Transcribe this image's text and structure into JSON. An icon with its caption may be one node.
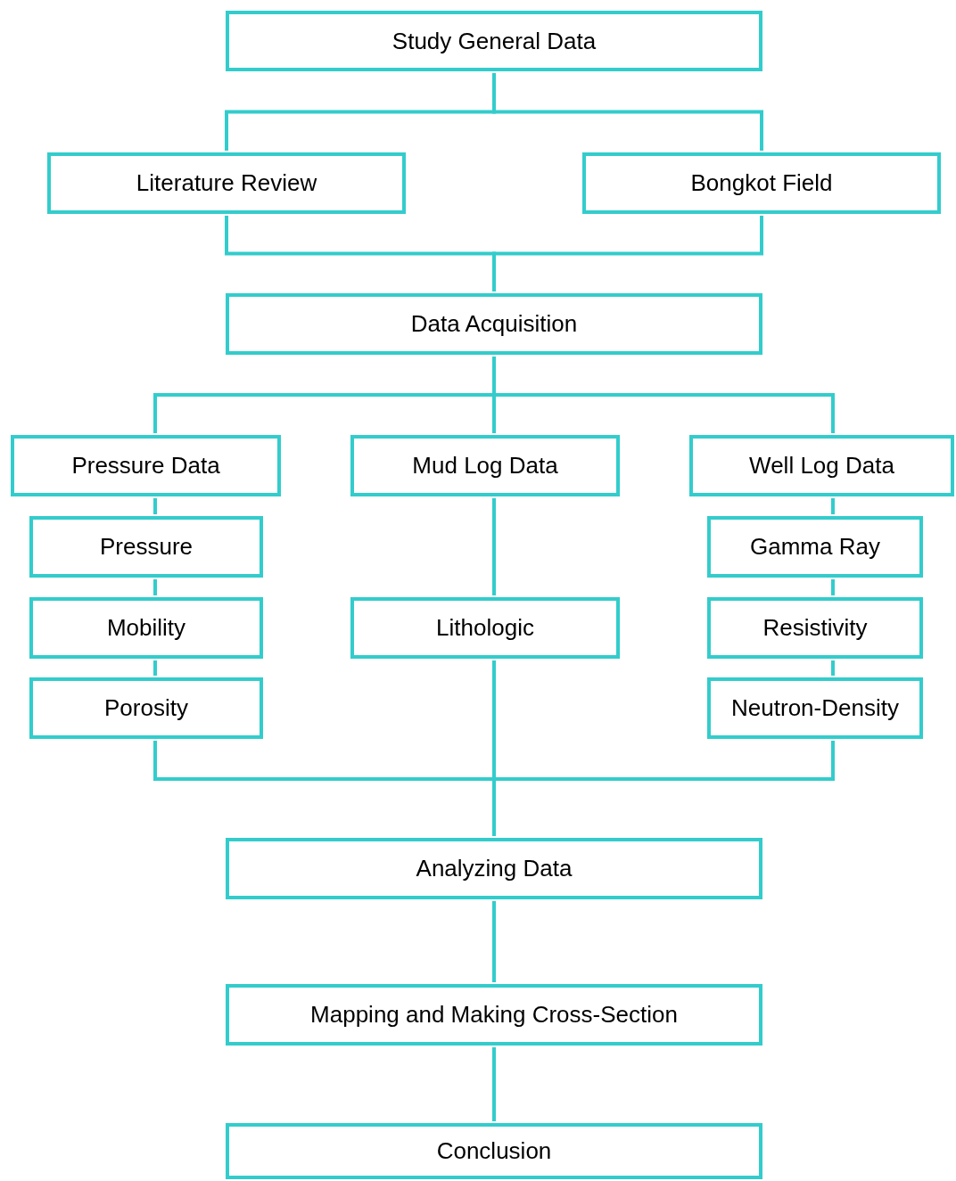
{
  "diagram": {
    "nodes": [
      {
        "text": [
          "Study General Data"
        ]
      },
      {
        "text": [
          "Literature Review"
        ]
      },
      {
        "text": [
          "Bongkot Field"
        ]
      },
      {
        "text": [
          "Data Acquisition"
        ]
      },
      {
        "text": [
          "Pressure Data"
        ]
      },
      {
        "text": [
          "Mud Log Data"
        ]
      },
      {
        "text": [
          "Well Log Data"
        ]
      },
      {
        "text": [
          "Pressure"
        ]
      },
      {
        "text": [
          "Mobility"
        ]
      },
      {
        "text": [
          "Porosity"
        ]
      },
      {
        "text": [
          "Lithologic"
        ]
      },
      {
        "text": [
          "Gamma Ray"
        ]
      },
      {
        "text": [
          "Resistivity"
        ]
      },
      {
        "text": [
          "Neutron-Density"
        ]
      },
      {
        "text": [
          "Analyzing Data"
        ]
      },
      {
        "text": [
          "Mapping and Making Cross-Section"
        ]
      },
      {
        "text": [
          "Conclusion"
        ]
      }
    ],
    "edges": [
      {
        "from": 0,
        "to": 1,
        "arrow": "none"
      },
      {
        "from": 0,
        "to": 2,
        "arrow": "none"
      },
      {
        "from": 1,
        "to": 3,
        "arrow": "none"
      },
      {
        "from": 2,
        "to": 3,
        "arrow": "none"
      },
      {
        "from": 3,
        "to": 4,
        "arrow": "none"
      },
      {
        "from": 3,
        "to": 5,
        "arrow": "none"
      },
      {
        "from": 3,
        "to": 6,
        "arrow": "none"
      },
      {
        "from": 4,
        "to": 7,
        "arrow": "none"
      },
      {
        "from": 7,
        "to": 8,
        "arrow": "none"
      },
      {
        "from": 8,
        "to": 9,
        "arrow": "none"
      },
      {
        "from": 5,
        "to": 10,
        "arrow": "none"
      },
      {
        "from": 6,
        "to": 11,
        "arrow": "none"
      },
      {
        "from": 11,
        "to": 12,
        "arrow": "none"
      },
      {
        "from": 12,
        "to": 13,
        "arrow": "none"
      },
      {
        "from": 9,
        "to": 14,
        "arrow": "none"
      },
      {
        "from": 10,
        "to": 14,
        "arrow": "none"
      },
      {
        "from": 13,
        "to": 14,
        "arrow": "none"
      },
      {
        "from": 14,
        "to": 15,
        "arrow": "none"
      },
      {
        "from": 15,
        "to": 16,
        "arrow": "none"
      }
    ]
  }
}
